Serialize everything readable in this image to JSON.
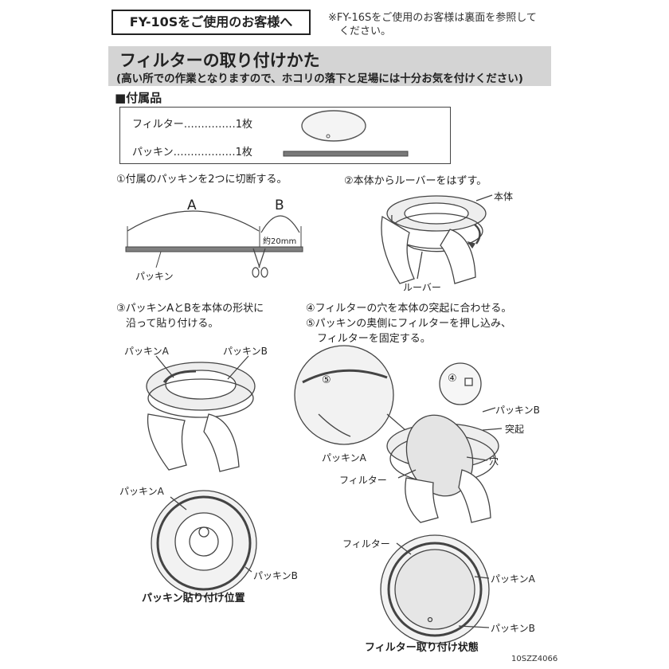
{
  "header": {
    "model_title": "FY-10Sをご使用のお客様へ",
    "note_line1": "※FY-16Sをご使用のお客様は裏面を参照して",
    "note_line2": "ください。"
  },
  "section": {
    "title": "フィルターの取り付けかた",
    "subtitle": "(高い所での作業となりますので、ホコリの落下と足場には十分お気を付けください)"
  },
  "accessories": {
    "heading": "■付属品",
    "items": [
      {
        "label": "フィルター……………1枚"
      },
      {
        "label": "パッキン………………1枚"
      }
    ]
  },
  "steps": {
    "s1": "①付属のパッキンを2つに切断する。",
    "s2": "②本体からルーバーをはずす。",
    "s3_line1": "③パッキンAとBを本体の形状に",
    "s3_line2": "沿って貼り付ける。",
    "s4": "④フィルターの穴を本体の突起に合わせる。",
    "s5_line1": "⑤パッキンの奥側にフィルターを押し込み、",
    "s5_line2": "フィルターを固定する。"
  },
  "labels": {
    "a": "A",
    "b": "B",
    "about_20mm": "約20mm",
    "packing": "パッキン",
    "body": "本体",
    "louver": "ルーバー",
    "packing_a": "パッキンA",
    "packing_b": "パッキンB",
    "protrusion": "突起",
    "hole": "穴",
    "filter": "フィルター",
    "circle5": "⑤",
    "circle4": "④"
  },
  "captions": {
    "packing_position": "パッキン貼り付け位置",
    "filter_installed": "フィルター取り付け状態"
  },
  "footer": {
    "code": "10SZZ4066"
  }
}
